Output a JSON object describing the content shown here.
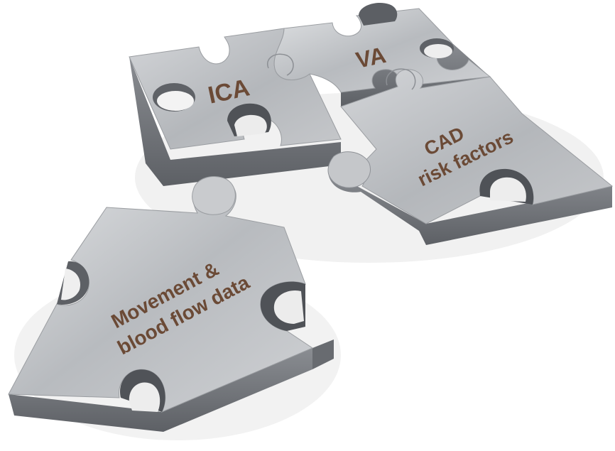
{
  "pieces": [
    {
      "id": "ica",
      "lines": [
        "ICA"
      ]
    },
    {
      "id": "va",
      "lines": [
        "VA"
      ]
    },
    {
      "id": "cad",
      "lines": [
        "CAD",
        "risk factors"
      ]
    },
    {
      "id": "movement",
      "lines": [
        "Movement &",
        "blood flow data"
      ]
    }
  ],
  "colors": {
    "label": "#6b4a36",
    "piece_top": "#b9bbbf",
    "piece_top_light": "#d9dbde",
    "piece_side": "#7a7d82",
    "piece_side_dark": "#55585d",
    "seam": "#8c8f94"
  }
}
